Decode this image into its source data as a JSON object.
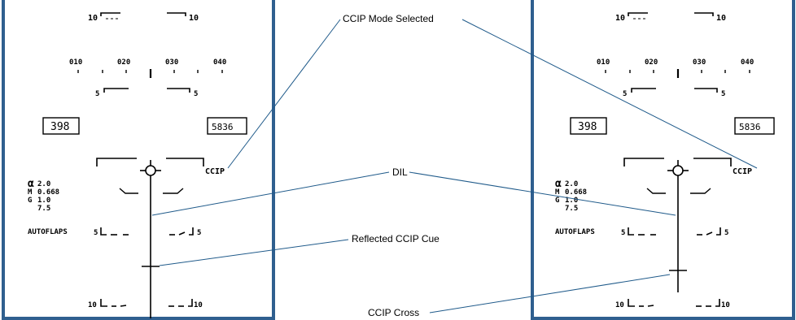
{
  "callouts": {
    "ccip_mode_selected": "CCIP Mode Selected",
    "dil": "DIL",
    "reflected_ccip_cue": "Reflected CCIP Cue",
    "ccip_cross": "CCIP Cross"
  },
  "hud": {
    "frame_color": "#2f5f8f",
    "line_color": "#2e6a9a",
    "pitch_labels": {
      "upper": "10",
      "middle": "5",
      "lower_5": "5",
      "lower_10": "10"
    },
    "heading_ticks": [
      "010",
      "020",
      "030",
      "040"
    ],
    "airspeed": "398",
    "altitude": "5836",
    "mode": "CCIP",
    "data_block": {
      "alpha_label": "α",
      "alpha_value": "2.0",
      "mach_label": "M",
      "mach_value": "0.668",
      "g_label": "G",
      "g_value": "1.0",
      "extra_value": "7.5"
    },
    "autoflaps": "AUTOFLAPS"
  }
}
